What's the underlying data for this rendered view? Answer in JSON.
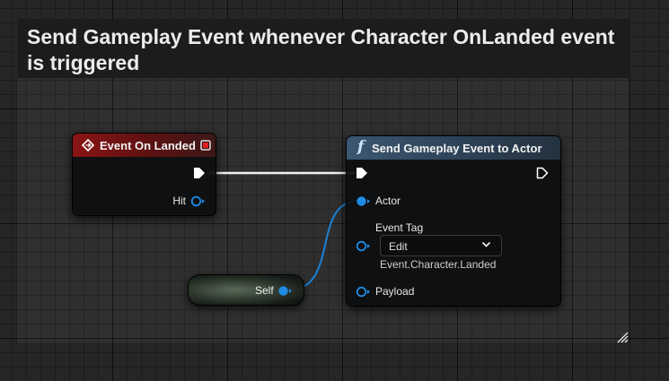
{
  "comment": {
    "title": "Send Gameplay Event whenever Character OnLanded event is triggered"
  },
  "event_node": {
    "title": "Event On Landed",
    "pins": {
      "hit_label": "Hit"
    }
  },
  "function_node": {
    "title": "Send Gameplay Event to Actor",
    "icon_glyph": "f",
    "pins": {
      "actor_label": "Actor",
      "event_tag_label": "Event Tag",
      "payload_label": "Payload"
    },
    "tag_combo": {
      "label": "Edit"
    },
    "tag_value": "Event.Character.Landed"
  },
  "self_node": {
    "label": "Self"
  },
  "colors": {
    "event_header": "#8a1414",
    "function_header": "#3c5772",
    "object_pin": "#1e8ce6",
    "exec_wire": "#ffffff",
    "object_wire": "#1a82d6"
  }
}
